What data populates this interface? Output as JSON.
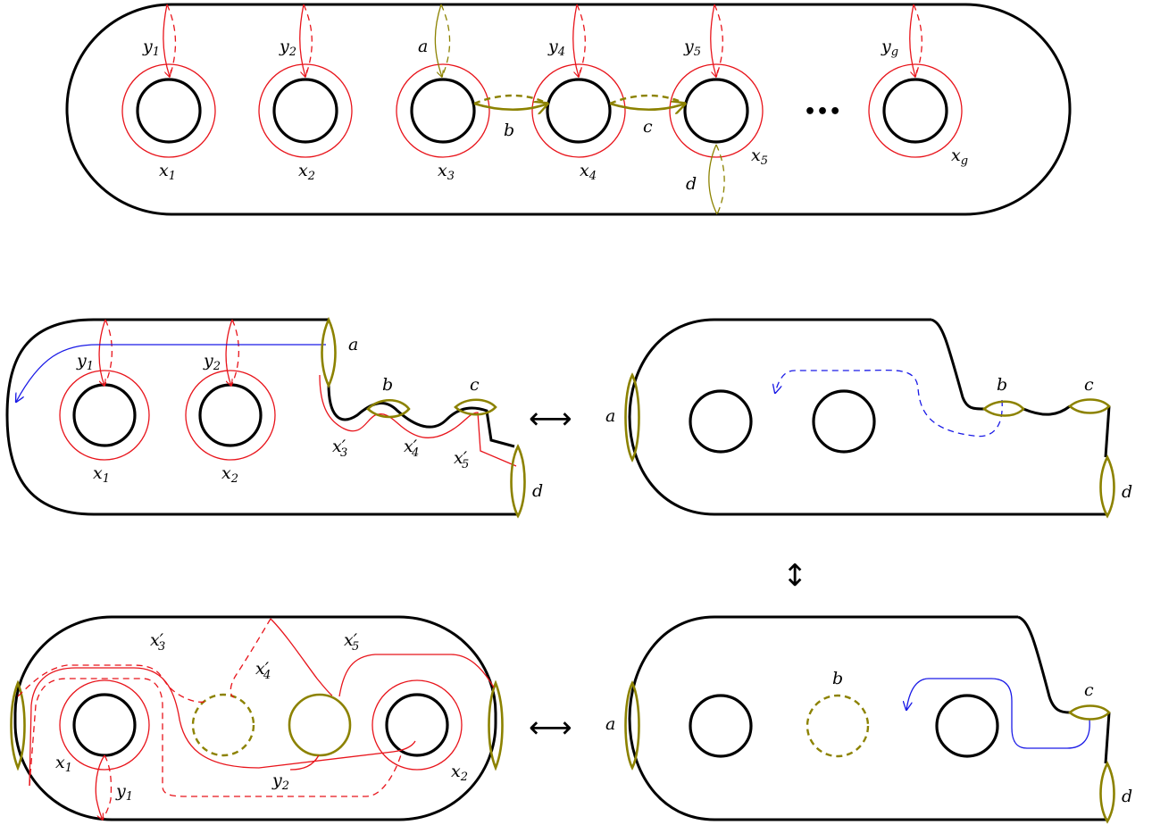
{
  "labels": {
    "y1": "y",
    "y1s": "1",
    "y2": "y",
    "y2s": "2",
    "y4": "y",
    "y4s": "4",
    "y5": "y",
    "y5s": "5",
    "yg": "y",
    "ygs": "g",
    "x1": "x",
    "x1s": "1",
    "x2": "x",
    "x2s": "2",
    "x3": "x",
    "x3s": "3",
    "x4": "x",
    "x4s": "4",
    "x5": "x",
    "x5s": "5",
    "xg": "x",
    "xgs": "g",
    "x3p": "x′",
    "x4p": "x′",
    "x5p": "x′",
    "a": "a",
    "b": "b",
    "c": "c",
    "d": "d",
    "dots": "•••"
  },
  "arrows": {
    "horizontal": "⟷",
    "vertical": "↕"
  },
  "colors": {
    "surface": "#000000",
    "red_curves": "#e8141b",
    "olive_curves": "#8c8200",
    "blue_paths": "#1a1ae6"
  }
}
